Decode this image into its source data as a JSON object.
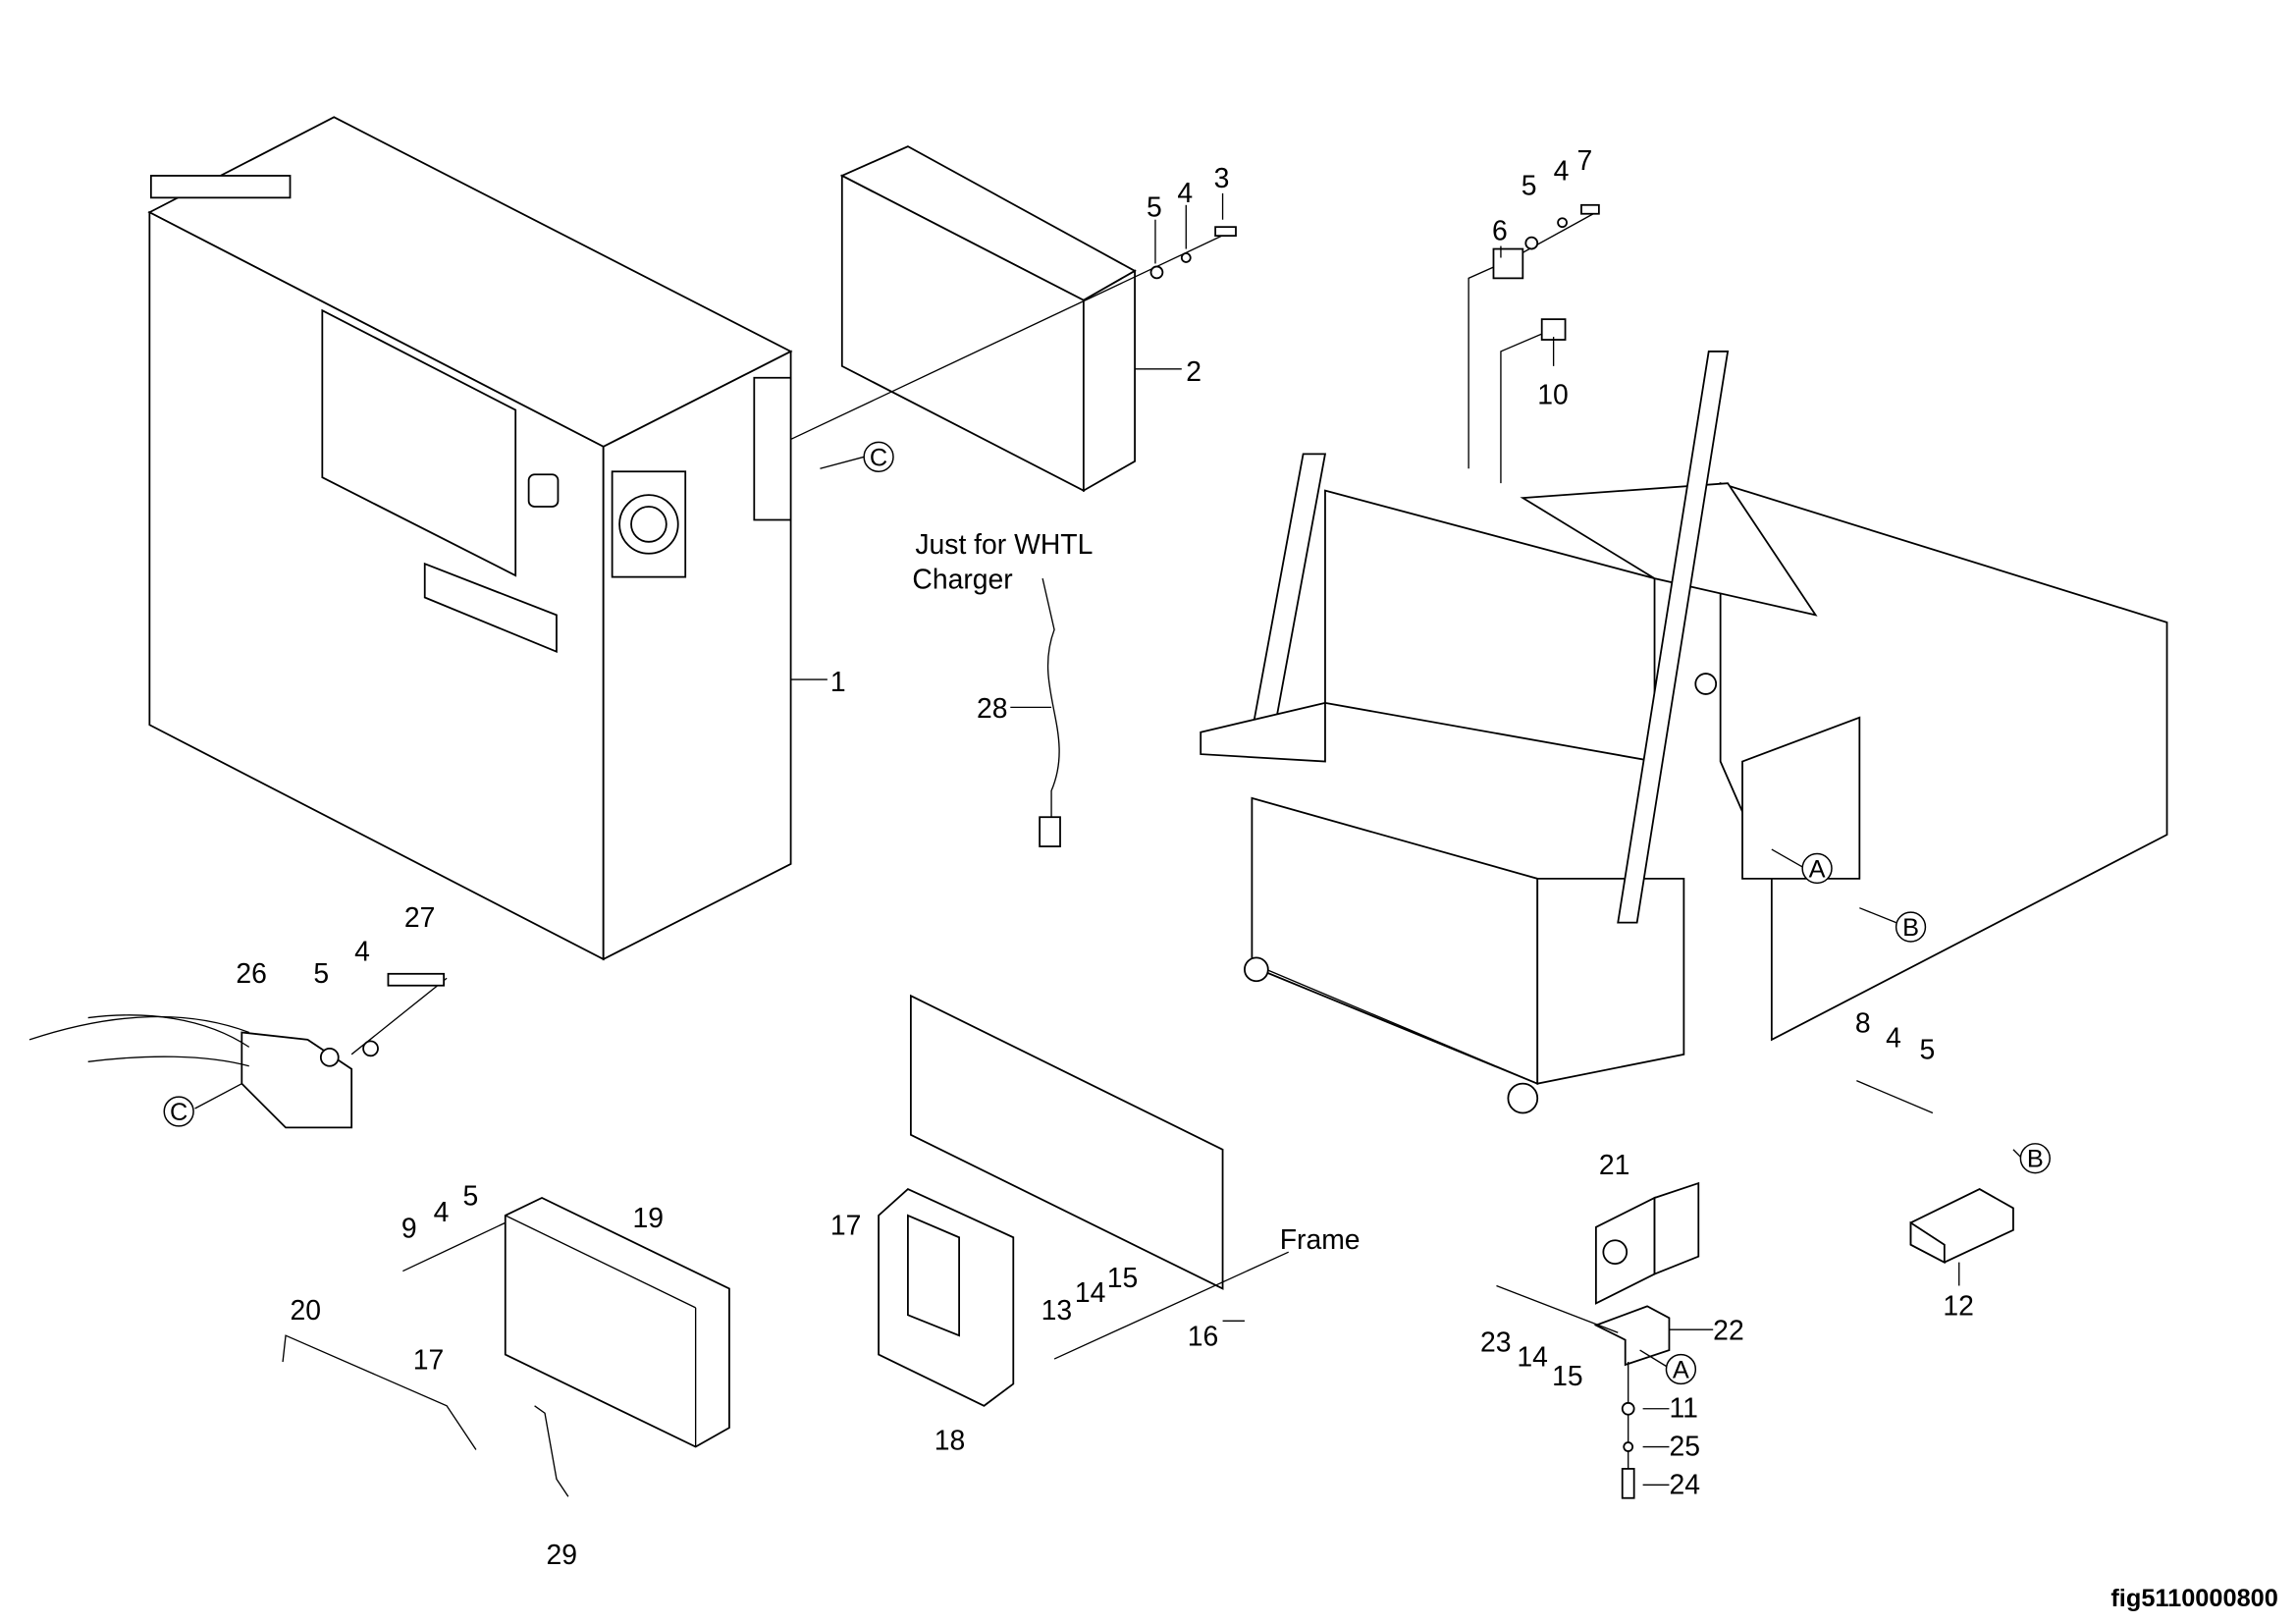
{
  "figure_id": "fig5110000800",
  "notes": {
    "charger_line1": "Just for WHTL",
    "charger_line2": "Charger",
    "frame": "Frame"
  },
  "callouts": {
    "p1": "1",
    "p2": "2",
    "p3": "3",
    "p4a": "4",
    "p5a": "5",
    "p6": "6",
    "p5b": "5",
    "p4b": "4",
    "p7": "7",
    "p10": "10",
    "p28": "28",
    "p27": "27",
    "p26": "26",
    "p5c": "5",
    "p4c": "4",
    "p19": "19",
    "p9": "9",
    "p4d": "4",
    "p5d": "5",
    "p17a": "17",
    "p17b": "17",
    "p20": "20",
    "p29": "29",
    "p18": "18",
    "p13": "13",
    "p14a": "14",
    "p15a": "15",
    "p16": "16",
    "p8": "8",
    "p4e": "4",
    "p5e": "5",
    "p12": "12",
    "p21": "21",
    "p22": "22",
    "p23": "23",
    "p14b": "14",
    "p15b": "15",
    "p11": "11",
    "p25": "25",
    "p24": "24"
  },
  "references": {
    "A": "A",
    "B": "B",
    "C": "C"
  }
}
